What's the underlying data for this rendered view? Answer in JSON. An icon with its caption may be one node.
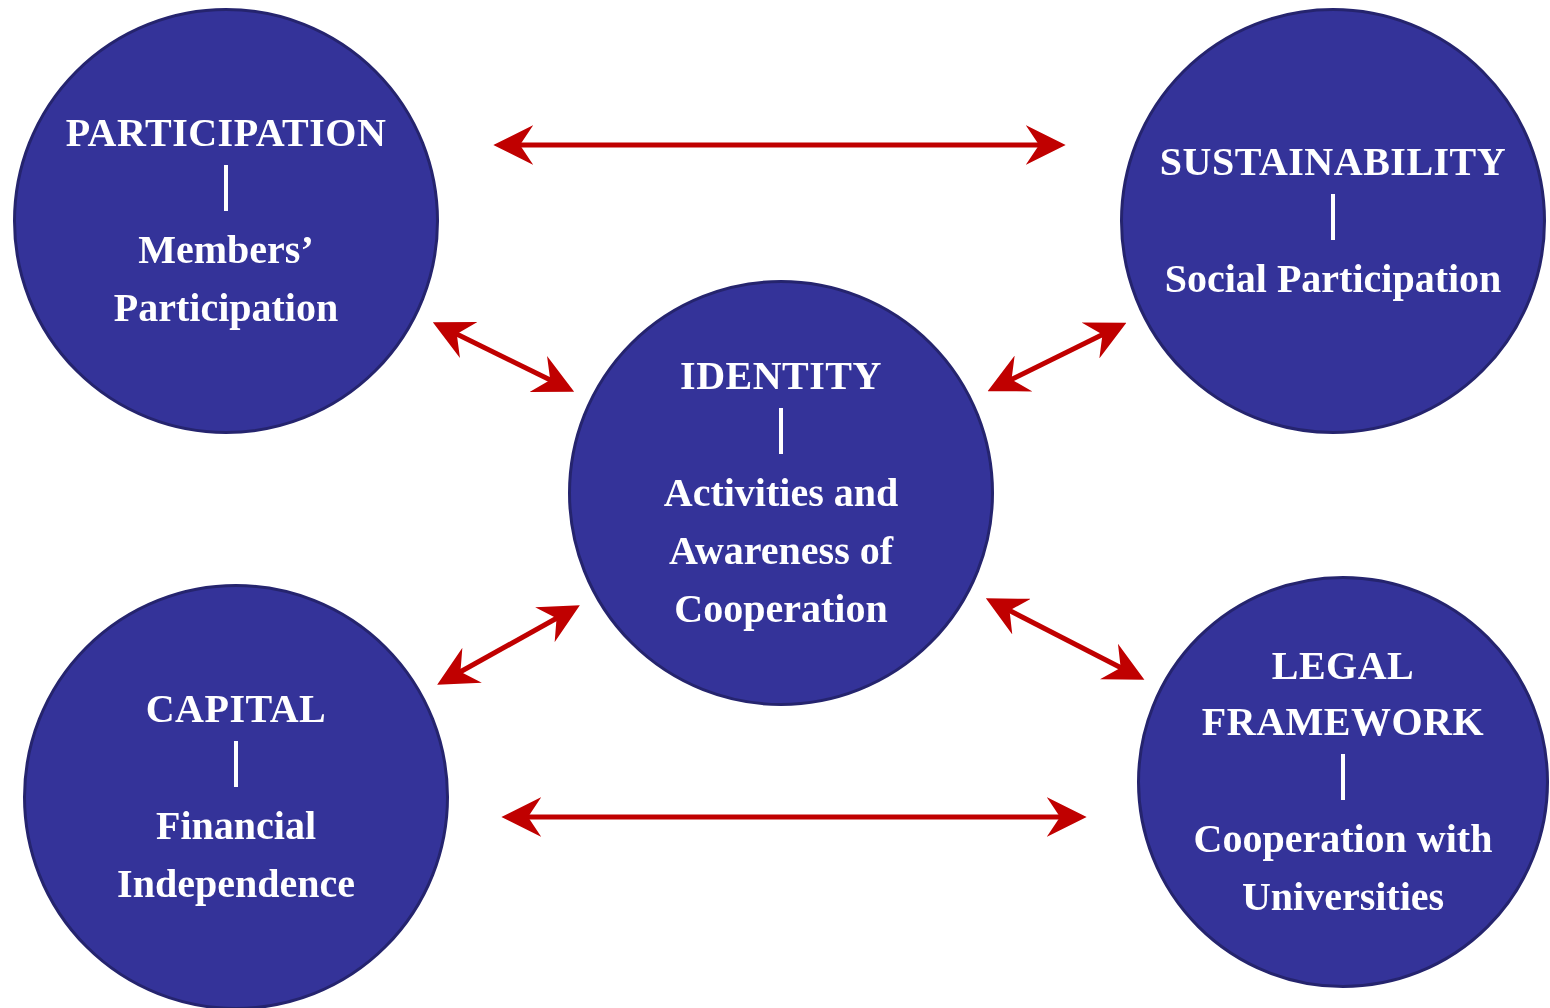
{
  "diagram": {
    "nodes": [
      {
        "text": [
          "PARTICIPATION",
          "Members’ Participation"
        ]
      },
      {
        "text": [
          "SUSTAINABILITY",
          "Social Participation"
        ]
      },
      {
        "text": [
          "IDENTITY",
          "Activities and Awareness of Cooperation"
        ]
      },
      {
        "text": [
          "CAPITAL",
          "Financial Independence"
        ]
      },
      {
        "text": [
          "LEGAL FRAMEWORK",
          "Cooperation with Universities"
        ]
      }
    ],
    "edges": [
      {
        "from": 0,
        "to": 1,
        "arrow": "both"
      },
      {
        "from": 0,
        "to": 2,
        "arrow": "both"
      },
      {
        "from": 2,
        "to": 1,
        "arrow": "both"
      },
      {
        "from": 3,
        "to": 2,
        "arrow": "both"
      },
      {
        "from": 2,
        "to": 4,
        "arrow": "both"
      },
      {
        "from": 3,
        "to": 4,
        "arrow": "both"
      }
    ]
  }
}
